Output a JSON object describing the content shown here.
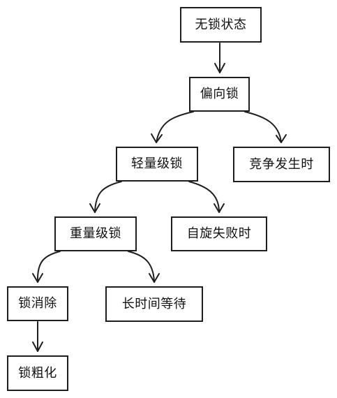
{
  "diagram": {
    "nodes": {
      "no_lock": "无锁状态",
      "biased_lock": "偏向锁",
      "lightweight_lock": "轻量级锁",
      "on_contention": "竞争发生时",
      "heavyweight_lock": "重量级锁",
      "spin_failed": "自旋失败时",
      "lock_elimination": "锁消除",
      "long_wait": "长时间等待",
      "lock_coarsening": "锁粗化"
    },
    "edges": [
      {
        "from": "no_lock",
        "to": "biased_lock"
      },
      {
        "from": "biased_lock",
        "to": "lightweight_lock"
      },
      {
        "from": "biased_lock",
        "to": "on_contention"
      },
      {
        "from": "lightweight_lock",
        "to": "heavyweight_lock"
      },
      {
        "from": "lightweight_lock",
        "to": "spin_failed"
      },
      {
        "from": "heavyweight_lock",
        "to": "lock_elimination"
      },
      {
        "from": "heavyweight_lock",
        "to": "long_wait"
      },
      {
        "from": "lock_elimination",
        "to": "lock_coarsening"
      }
    ],
    "colors": {
      "stroke": "#1e1e1e",
      "background": "#ffffff"
    }
  }
}
